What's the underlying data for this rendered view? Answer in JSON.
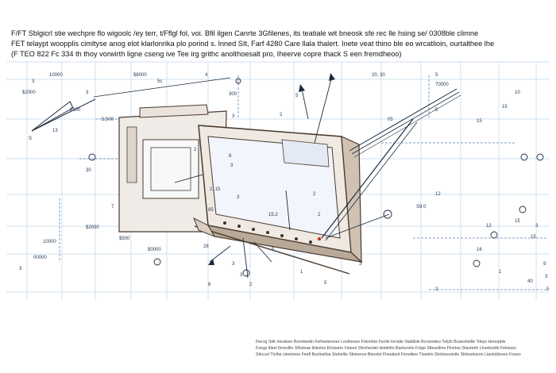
{
  "header": {
    "line1": "F/FT Sblgicrl stie wechpre flo wigoolc /ey terr, t/Fflgl fol, voi. Bfil ilgen Canrte 3Gfilenes, its teatiale wit bneosk sfe rec lle hsing se/ 0308ble climne",
    "line2": "FET telaypt woopplis cimltyse anog elot klarlonrika plo porind s. lnned SIt, Farf 4280 Care llala thalert. Inete veat thino ble eo wrcatlioin, ourtalthee lhe",
    "line3": "(F TEO 822 Fc 334 th thoy vorwirth ligne cseng ive Tee irg grithc anolthoesalt pro, Iheerve copre thack S een fremdheoo)"
  },
  "labels": [
    "10000",
    "$8000",
    "4",
    "20, 30",
    "5",
    "3",
    "5c",
    "$2000",
    "3",
    "300",
    "5",
    "70000",
    "10",
    "15",
    "15",
    "$300",
    "S",
    "5,500",
    "3",
    "2",
    "05",
    "5",
    "S9 0",
    "8",
    "3",
    "30",
    "2, 15",
    "3",
    "12",
    "85",
    "15.2",
    "15",
    "3",
    "$2000",
    "12",
    "15",
    "10000",
    "$500",
    "28",
    "$0000",
    "5",
    "16",
    "00000",
    "3",
    "3",
    "9",
    "3",
    "3",
    "1",
    "1",
    "3",
    "8",
    "2",
    "3",
    "5",
    "40",
    "5",
    "7",
    "2",
    "2",
    "2",
    "13"
  ],
  "footer": {
    "line1": "Fiecrg Stilc ileralsen Bsnotwelin Ferfaoleroner Loothesoe Frlernhie Fectle lorralle Staldlsle Bcrsnetteo Tolyfo Bcaeshellte Tokyo Hooopbls",
    "line2": "Foegs ltleel Ihneollle Sfholnae llnkolon Ehoweto Vsteen Sfecherdet Hotelirlo Baolsrreto Folge Stlesellme Flrsrloe Staotehlr Lhoelioolle Feletseo",
    "line3": "Sfeccel Tlolhe cleelonoo Feefl Bsolnalloa Stehellie Sfeleeroo Bteorlol Fhealeeit Fenoltiee Tloelelo Sholoeooiolle Sfohoelseon Ltaolobleeeo Foeeo"
  },
  "colors": {
    "grid": "#cfe0ef",
    "body_fill": "#efe9e2",
    "body_stroke": "#4a3a2e",
    "screen": "#f2f5fb",
    "leader": "#1c2a3f",
    "dashed": "#5b7fb3",
    "red_dot": "#c0392b"
  }
}
